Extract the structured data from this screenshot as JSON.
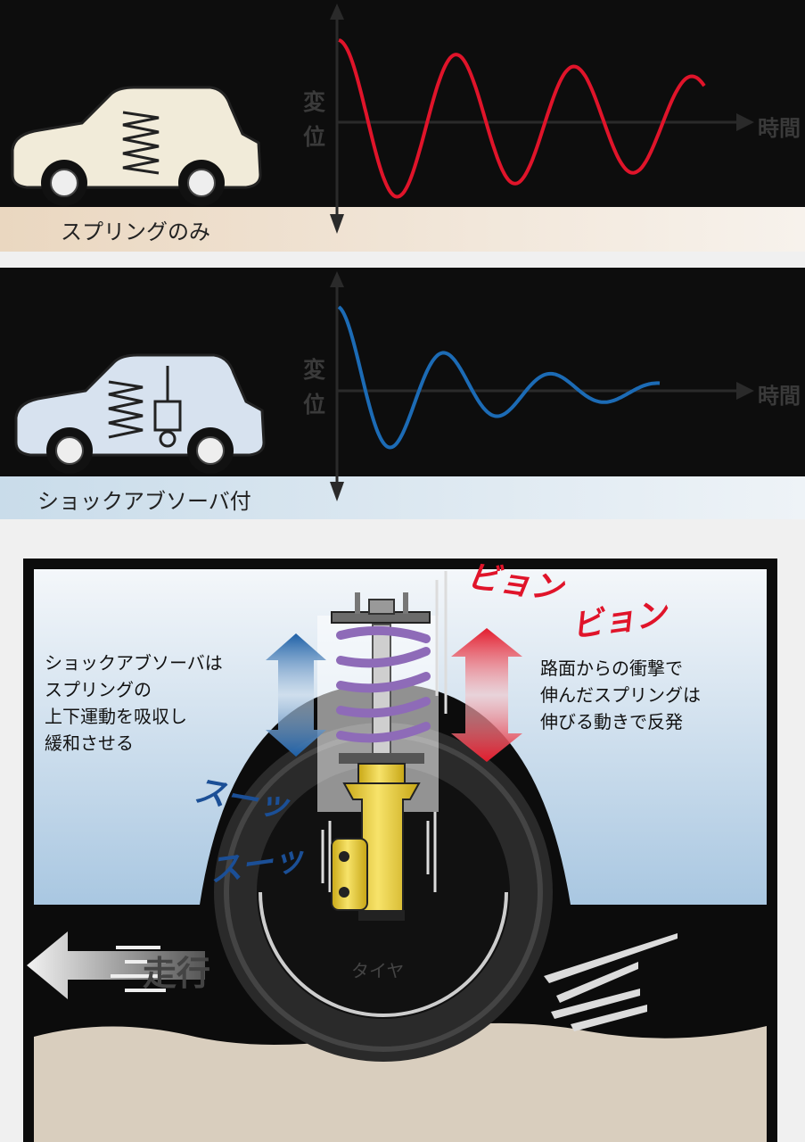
{
  "top_panel": {
    "caption": "スプリングのみ",
    "y_axis": "変\n位",
    "x_axis": "時間"
  },
  "middle_panel": {
    "caption": "ショックアブソーバ付",
    "y_axis": "変\n位",
    "x_axis": "時間"
  },
  "bottom_panel": {
    "absorber_note": "ショックアブソーバは\nスプリングの\n上下運動を吸収し\n緩和させる",
    "spring_note": "路面からの衝撃で\n伸んだスプリングは\n伸びる動きで反発",
    "sfx_red_1": "ビョン",
    "sfx_red_2": "ビョン",
    "sfx_blue_1": "スーッ",
    "sfx_blue_2": "スーッ",
    "drive_label": "走行",
    "tire_label": "タイヤ"
  },
  "colors": {
    "spring_only_wave": "#e0142a",
    "damped_wave": "#1c6bb5",
    "spring_coil": "#8e6bb8",
    "damper_body": "#f2d43a"
  }
}
